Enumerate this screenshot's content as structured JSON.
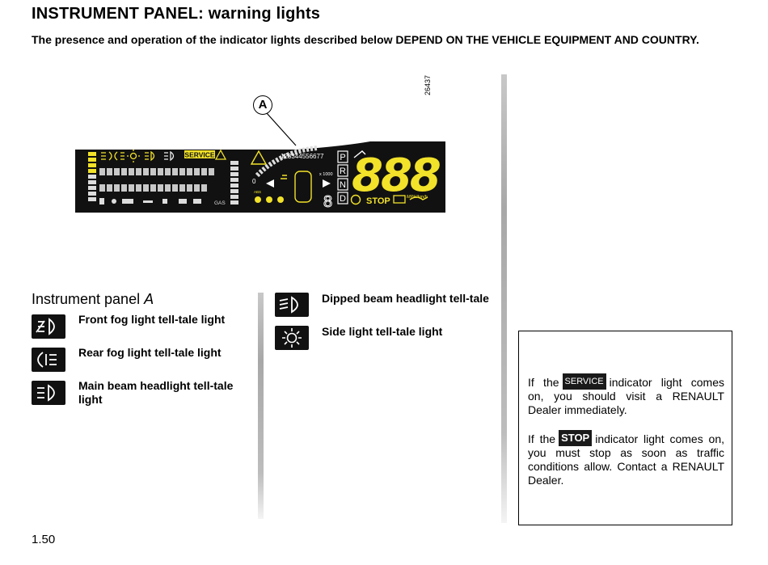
{
  "header": {
    "title": "INSTRUMENT PANEL: warning lights",
    "intro": "The presence and operation of the indicator lights described below DEPEND ON THE VEHICLE EQUIPMENT AND COUNTRY."
  },
  "figure": {
    "id": "26437",
    "callout": "A",
    "display": {
      "service": "SERVICE",
      "gears": "123344556677",
      "gear_letters": [
        "P",
        "R",
        "N",
        "D"
      ],
      "speed": "888",
      "speed_unit": "MPH/km/h",
      "stop": "STOP",
      "rpm_scale": "x 1000",
      "zero": "0",
      "gas": "GAS",
      "abs": "ABS",
      "eight": "8"
    }
  },
  "section": {
    "heading_prefix": "Instrument panel ",
    "heading_letter": "A"
  },
  "lights_left": [
    {
      "icon": "front-fog-icon",
      "label": "Front fog light tell-tale light"
    },
    {
      "icon": "rear-fog-icon",
      "label": "Rear fog light tell-tale light"
    },
    {
      "icon": "main-beam-icon",
      "label": "Main beam headlight tell-tale light"
    }
  ],
  "lights_right": [
    {
      "icon": "dipped-beam-icon",
      "label": "Dipped beam headlight tell-tale"
    },
    {
      "icon": "side-light-icon",
      "label": "Side light tell-tale light"
    }
  ],
  "notice": {
    "service_badge": "SERVICE",
    "service_before": "If the",
    "service_after": "indicator light comes on, you should visit a RENAULT Dealer immediately.",
    "stop_badge": "STOP",
    "stop_before": "If the",
    "stop_after": "indicator light comes on, you must stop as soon as traffic conditions allow. Contact a RENAULT Dealer."
  },
  "footer": {
    "page_number": "1.50"
  },
  "colors": {
    "lcd_background": "#111111",
    "lcd_segment": "#f2e229",
    "lcd_dim": "#5a5a3a"
  }
}
